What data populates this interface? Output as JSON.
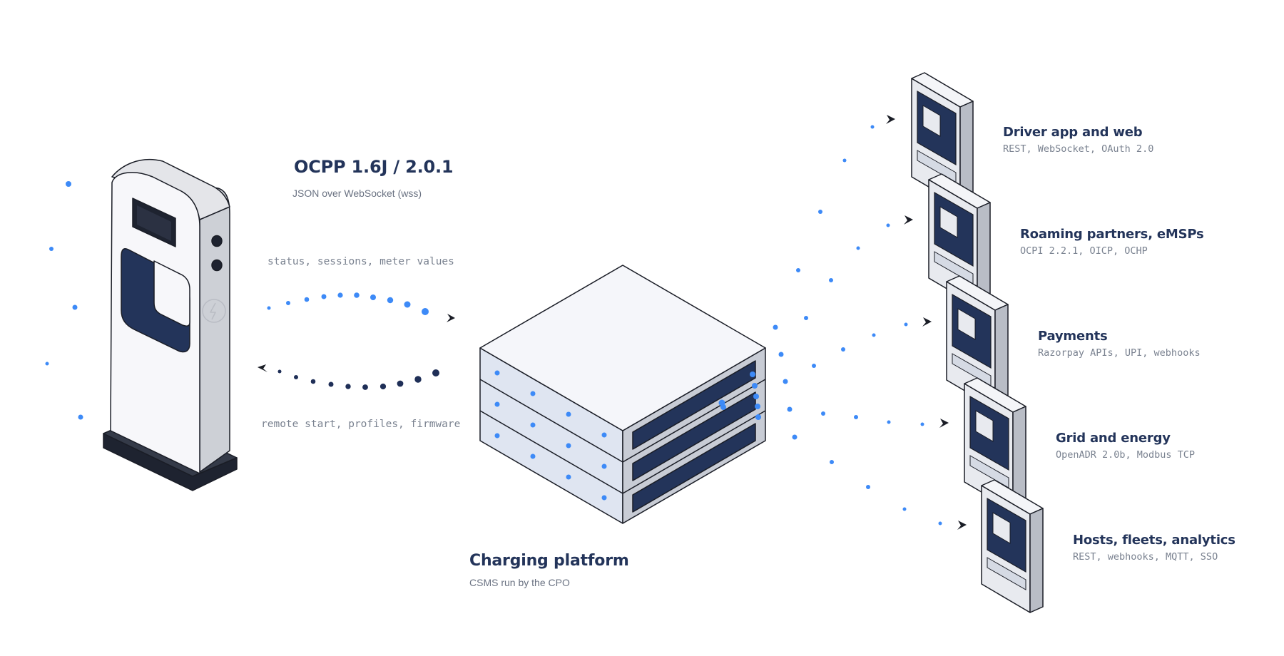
{
  "protocol": {
    "title": "OCPP 1.6J / 2.0.1",
    "subtitle": "JSON over WebSocket (wss)",
    "upstream_label": "status, sessions, meter values",
    "downstream_label": "remote start, profiles, firmware"
  },
  "platform": {
    "title": "Charging platform",
    "subtitle": "CSMS run by the CPO"
  },
  "integrations": [
    {
      "title": "Driver app and web",
      "subtitle": "REST, WebSocket, OAuth 2.0"
    },
    {
      "title": "Roaming partners, eMSPs",
      "subtitle": "OCPI 2.2.1, OICP, OCHP"
    },
    {
      "title": "Payments",
      "subtitle": "Razorpay APIs, UPI, webhooks"
    },
    {
      "title": "Grid and energy",
      "subtitle": "OpenADR 2.0b, Modbus TCP"
    },
    {
      "title": "Hosts, fleets, analytics",
      "subtitle": "REST, webhooks, MQTT, SSO"
    }
  ],
  "colors": {
    "navy": "#23345a",
    "dot_blue": "#3d8af7",
    "dot_dark": "#1f2f57",
    "panel_light": "#dfe5f1",
    "body_white": "#f7f7fa",
    "outline": "#1a1d26"
  }
}
